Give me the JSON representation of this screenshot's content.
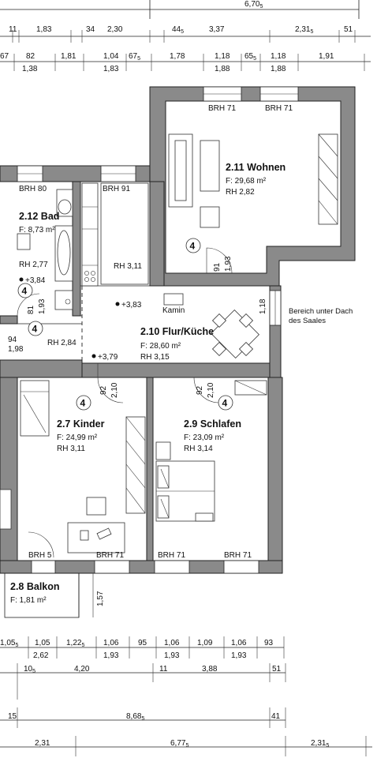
{
  "dims_top": {
    "overall": "6,70",
    "overall_sup": "5",
    "row2": [
      "11",
      "1,83",
      "34",
      "2,30",
      "44",
      "3,37",
      "2,31",
      "51"
    ],
    "row2_sup_44": "5",
    "row2_sup_231": "5",
    "row3a": [
      "67",
      "82",
      "1,81",
      "1,04",
      "67",
      "1,78",
      "1,18",
      "65",
      "1,18",
      "1,91"
    ],
    "row3a_sup_67": "5",
    "row3a_sup_65": "5",
    "row3b": [
      "1,38",
      "1,83",
      "1,88",
      "1,88"
    ]
  },
  "rooms": {
    "wohnen": {
      "name": "2.11 Wohnen",
      "area": "F: 29,68 m²",
      "height": "RH 2,82",
      "win1": "BRH 71",
      "win2": "BRH 71"
    },
    "bad": {
      "name": "2.12 Bad",
      "area": "F: 8,73 m²",
      "height": "RH 2,77",
      "level": "+3,84",
      "win": "BRH 80"
    },
    "kueche": {
      "win": "BRH 91",
      "height": "RH 3,11",
      "level": "+3,83"
    },
    "flur": {
      "name": "2.10 Flur/Küche",
      "area": "F: 28,60 m²",
      "height": "RH 3,15",
      "level": "+3,79",
      "kamin": "Kamin"
    },
    "kinder": {
      "name": "2.7 Kinder",
      "area": "F: 24,99 m²",
      "height": "RH 3,11",
      "win1": "BRH 5",
      "win2": "BRH 71"
    },
    "schlafen": {
      "name": "2.9 Schlafen",
      "area": "F: 23,09 m²",
      "height": "RH 3,14",
      "win1": "BRH 71",
      "win2": "BRH 71"
    },
    "balkon": {
      "name": "2.8 Balkon",
      "area": "F: 1,81 m²"
    },
    "west": {
      "height": "RH 2,84"
    }
  },
  "door_tags": {
    "num": "4"
  },
  "door_dims": {
    "wohnen_w": "91",
    "wohnen_h": "1,93",
    "bad_w": "81",
    "bad_h": "1,93",
    "west_w": "94",
    "west_h": "1,98",
    "kinder_w": "92",
    "kinder_h": "2,10",
    "schlafen_w": "92",
    "schlafen_h": "2,10",
    "flur_side": "1,18",
    "balkon_h": "1,57"
  },
  "annotation": {
    "line1": "Bereich unter Dach",
    "line2": "des Saales"
  },
  "dims_bottom": {
    "rowA": [
      "1,05",
      "1,05",
      "1,22",
      "1,06",
      "95",
      "1,06",
      "1,09",
      "1,06",
      "93"
    ],
    "rowA_sup_first": "5",
    "rowA_sup_122": "5",
    "rowB": [
      "2,62",
      "1,93",
      "1,93",
      "1,93"
    ],
    "rowC": [
      "10",
      "4,20",
      "11",
      "3,88",
      "51"
    ],
    "rowC_sup_10": "5",
    "rowD": [
      "15",
      "8,68",
      "41"
    ],
    "rowD_sup_868": "5",
    "rowE": [
      "2,31",
      "6,77",
      "2,31"
    ],
    "rowE_sup_677": "5",
    "rowE_sup_231": "5"
  }
}
